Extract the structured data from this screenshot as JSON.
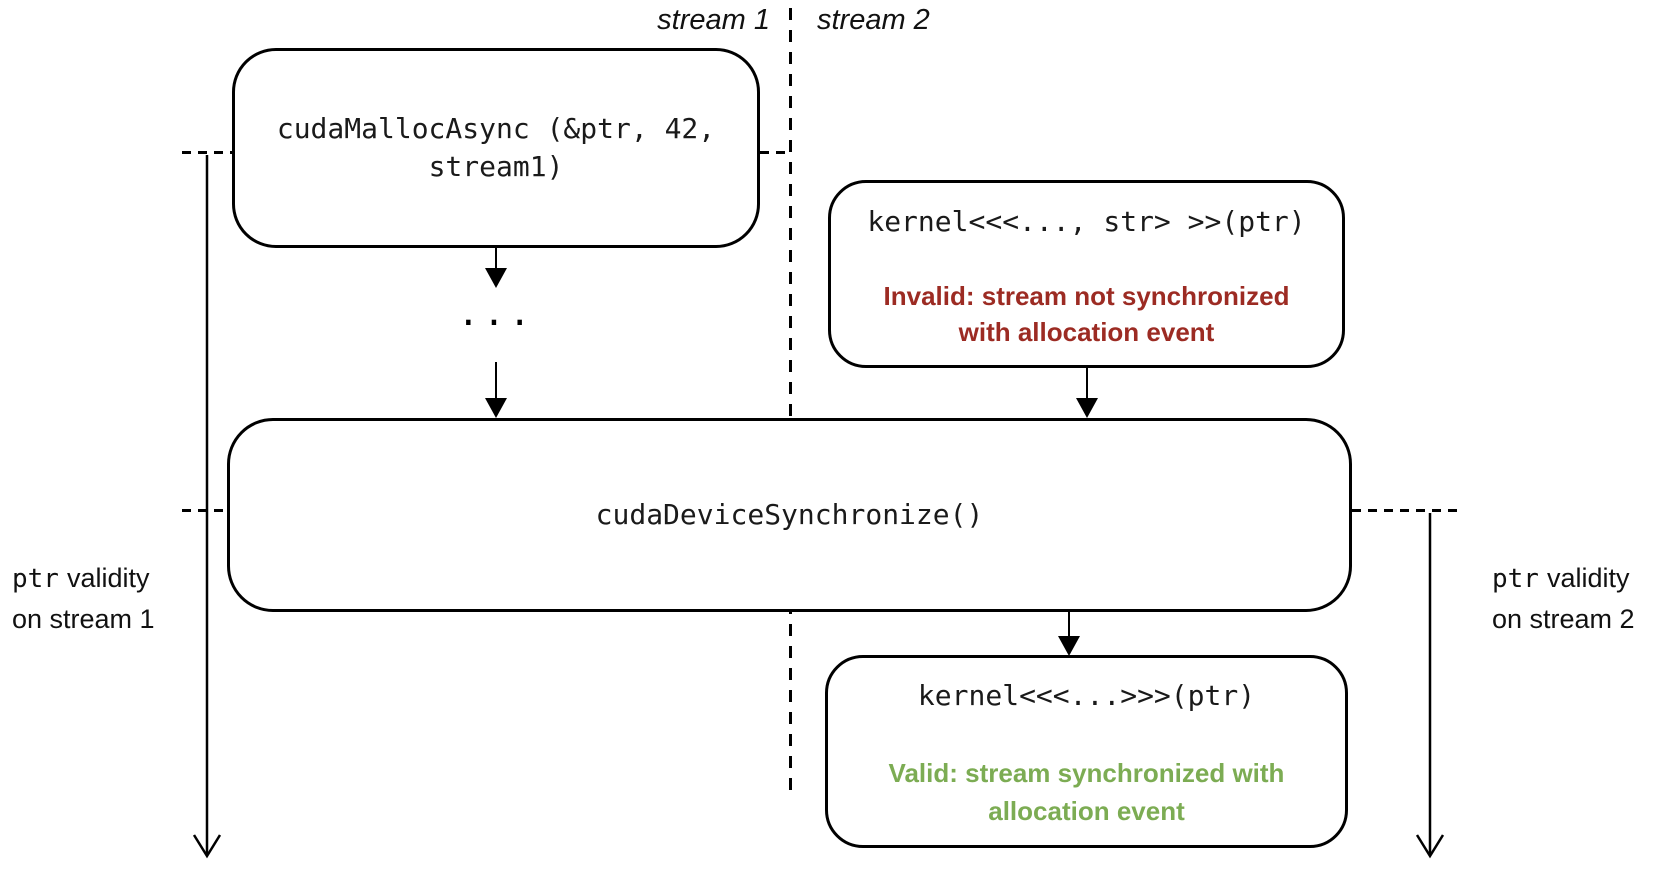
{
  "header": {
    "stream1_label": "stream 1",
    "stream2_label": "stream 2"
  },
  "boxes": {
    "malloc": {
      "code_line1": "cudaMallocAsync (&ptr, 42,",
      "code_line2": "stream1)"
    },
    "kernel_invalid": {
      "code": "kernel<<<..., str> >>(ptr)",
      "note_line1": "Invalid: stream not synchronized",
      "note_line2": "with allocation event"
    },
    "device_sync": {
      "code": "cudaDeviceSynchronize()"
    },
    "kernel_valid": {
      "code": "kernel<<<...>>>(ptr)",
      "note_line1": "Valid: stream synchronized with",
      "note_line2": "allocation event"
    }
  },
  "connectors": {
    "ellipsis": "..."
  },
  "annotations": {
    "left": {
      "code": "ptr",
      "line1_rest": "validity",
      "line2": "on stream 1"
    },
    "right": {
      "code": "ptr",
      "line1_rest": "validity",
      "line2": "on stream 2"
    }
  },
  "colors": {
    "invalid_red": "#9C2B23",
    "valid_green": "#7CAC53",
    "line_black": "#000000"
  }
}
